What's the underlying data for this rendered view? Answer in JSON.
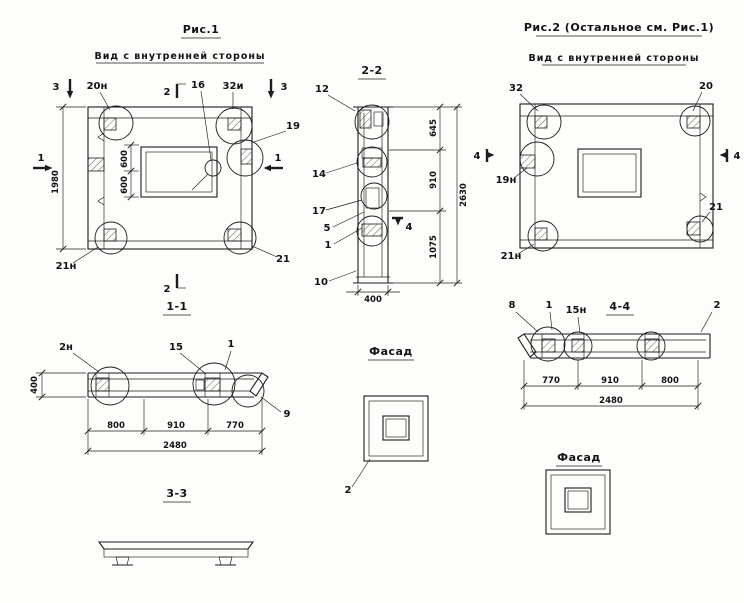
{
  "page": {
    "paper_color": "#fdfdfb",
    "ink_color": "#1c1c1c"
  },
  "fig1": {
    "title": "Рис.1",
    "subtitle": "Вид с внутренней стороны",
    "marks": {
      "sec3_left": "3",
      "sec3_right": "3",
      "sec2_top": "2",
      "sec2_bottom": "2",
      "sec1_left": "1",
      "sec1_right": "1"
    },
    "labels": {
      "n20n": "20н",
      "n16": "16",
      "n32i": "32и",
      "n19": "19",
      "n21n": "21н",
      "n21": "21"
    },
    "dims": {
      "h1980": "1980",
      "d600a": "600",
      "d600b": "600"
    }
  },
  "sec22": {
    "title": "2-2",
    "labels": {
      "n12": "12",
      "n14": "14",
      "n17": "17",
      "n5": "5",
      "n1": "1",
      "n10": "10"
    },
    "marks": {
      "sec4": "4"
    },
    "dims": {
      "d645": "645",
      "d910": "910",
      "d1075": "1075",
      "total": "2630",
      "width": "400"
    }
  },
  "fig2": {
    "title": "Рис.2 (Остальное см. Рис.1)",
    "subtitle": "Вид с внутренней стороны",
    "marks": {
      "sec4_left": "4",
      "sec4_right": "4"
    },
    "labels": {
      "n32": "32",
      "n20": "20",
      "n19n": "19н",
      "n21": "21",
      "n21n": "21н"
    }
  },
  "sec11": {
    "title": "1-1",
    "labels": {
      "n2n": "2н",
      "n15": "15",
      "n1": "1",
      "n9": "9"
    },
    "dims": {
      "d400": "400",
      "d800": "800",
      "d910": "910",
      "d770": "770",
      "total": "2480"
    }
  },
  "facade1": {
    "title": "Фасад",
    "labels": {
      "n2": "2"
    }
  },
  "sec44": {
    "title": "4-4",
    "labels": {
      "n8": "8",
      "n1": "1",
      "n15n": "15н",
      "n2": "2"
    },
    "dims": {
      "d770": "770",
      "d910": "910",
      "d800": "800",
      "total": "2480"
    }
  },
  "facade2": {
    "title": "Фасад"
  },
  "sec33": {
    "title": "3-3"
  }
}
